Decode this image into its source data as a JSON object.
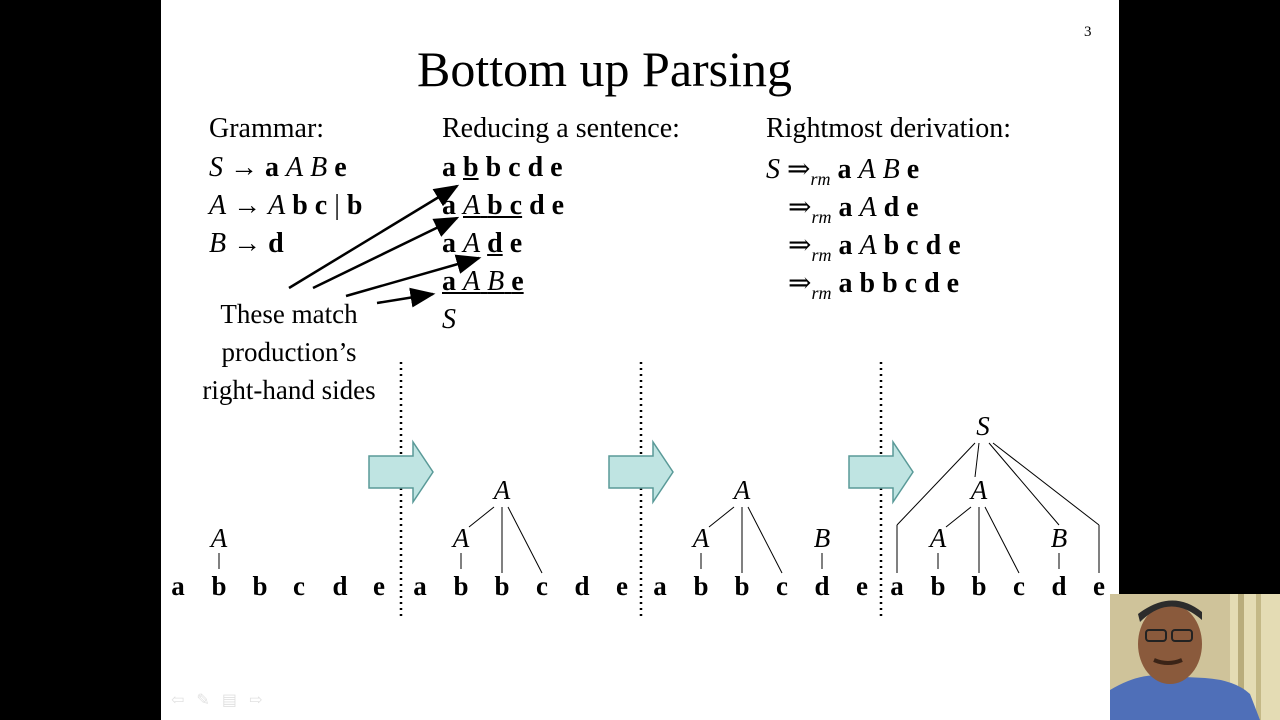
{
  "slide": {
    "page_number": "3",
    "title": "Bottom up Parsing",
    "grammar": {
      "heading": "Grammar:",
      "rules": [
        {
          "lhs": "S",
          "arrow": "→",
          "rhs": [
            "a",
            "A",
            "B",
            "e"
          ]
        },
        {
          "lhs": "A",
          "arrow": "→",
          "rhs": [
            "A",
            "b",
            "c",
            "|",
            "b"
          ]
        },
        {
          "lhs": "B",
          "arrow": "→",
          "rhs": [
            "d"
          ]
        }
      ]
    },
    "reducing": {
      "heading": "Reducing a sentence:",
      "lines": [
        "a b b c d e",
        "a A b c d e",
        "a A d e",
        "a A B e",
        "S"
      ]
    },
    "rightmost": {
      "heading": "Rightmost derivation:",
      "start": "S",
      "arrow": "⇒",
      "subscript": "rm",
      "lines": [
        "a A B e",
        "a A d e",
        "a A b c d e",
        "a b b c d e"
      ]
    },
    "note": {
      "line1": "These match",
      "line2": "production’s",
      "line3": "right-hand sides"
    },
    "trees": {
      "tokens": [
        "a",
        "b",
        "b",
        "c",
        "d",
        "e"
      ],
      "labels": {
        "A": "A",
        "B": "B",
        "S": "S"
      }
    }
  },
  "colors": {
    "slide_background": "#ffffff",
    "frame_background": "#000000",
    "arrow_fill": "#bfe4e2",
    "arrow_stroke": "#5a9a98"
  },
  "icons": [
    "back-arrow-icon",
    "pen-icon",
    "menu-icon",
    "forward-arrow-icon"
  ]
}
